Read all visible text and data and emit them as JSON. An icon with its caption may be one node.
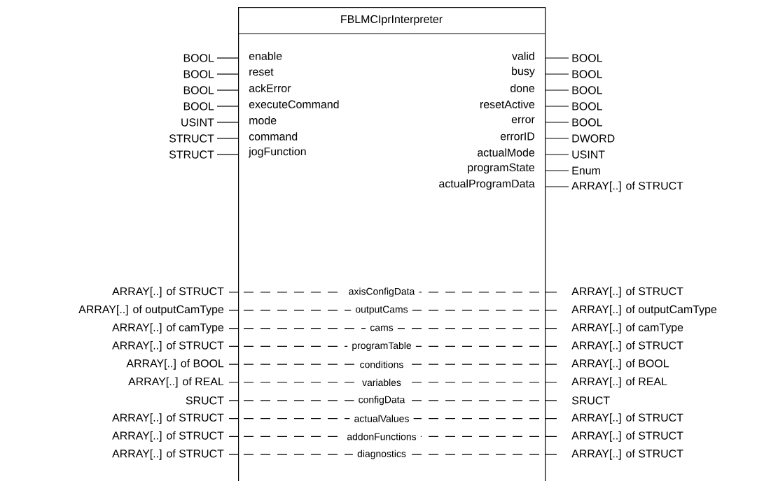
{
  "diagram": {
    "nodes": [
      {
        "text": [
          "FBLMCIprInterpreter"
        ]
      },
      {
        "text": [
          "enable"
        ],
        "in": 0
      },
      {
        "text": [
          "reset"
        ],
        "in": 0
      },
      {
        "text": [
          "ackError"
        ],
        "in": 0
      },
      {
        "text": [
          "executeCommand"
        ],
        "in": 0
      },
      {
        "text": [
          "mode"
        ],
        "in": 0
      },
      {
        "text": [
          "command"
        ],
        "in": 0
      },
      {
        "text": [
          "jogFunction"
        ],
        "in": 0
      },
      {
        "text": [
          "valid"
        ],
        "in": 0
      },
      {
        "text": [
          "busy"
        ],
        "in": 0
      },
      {
        "text": [
          "done"
        ],
        "in": 0
      },
      {
        "text": [
          "resetActive"
        ],
        "in": 0
      },
      {
        "text": [
          "error"
        ],
        "in": 0
      },
      {
        "text": [
          "errorID"
        ],
        "in": 0
      },
      {
        "text": [
          "actualMode"
        ],
        "in": 0
      },
      {
        "text": [
          "programState"
        ],
        "in": 0
      },
      {
        "text": [
          "actualProgramData"
        ],
        "in": 0
      },
      {
        "text": [
          "axisConfigData"
        ],
        "in": 0
      },
      {
        "text": [
          "outputCams"
        ],
        "in": 0
      },
      {
        "text": [
          "cams"
        ],
        "in": 0
      },
      {
        "text": [
          "programTable"
        ],
        "in": 0
      },
      {
        "text": [
          "conditions"
        ],
        "in": 0
      },
      {
        "text": [
          "variables"
        ],
        "in": 0
      },
      {
        "text": [
          "configData"
        ],
        "in": 0
      },
      {
        "text": [
          "actualValues"
        ],
        "in": 0
      },
      {
        "text": [
          "addonFunctions"
        ],
        "in": 0
      },
      {
        "text": [
          "diagnostics"
        ],
        "in": 0
      },
      {
        "text": [
          "BOOL"
        ]
      },
      {
        "text": [
          "BOOL"
        ]
      },
      {
        "text": [
          "BOOL"
        ]
      },
      {
        "text": [
          "BOOL"
        ]
      },
      {
        "text": [
          "USINT"
        ]
      },
      {
        "text": [
          "STRUCT"
        ]
      },
      {
        "text": [
          "STRUCT"
        ]
      },
      {
        "text": [
          "BOOL"
        ]
      },
      {
        "text": [
          "BOOL"
        ]
      },
      {
        "text": [
          "BOOL"
        ]
      },
      {
        "text": [
          "BOOL"
        ]
      },
      {
        "text": [
          "BOOL"
        ]
      },
      {
        "text": [
          "DWORD"
        ]
      },
      {
        "text": [
          "USINT"
        ]
      },
      {
        "text": [
          "Enum"
        ]
      },
      {
        "text": [
          "ARRAY[..] of STRUCT"
        ]
      },
      {
        "text": [
          "ARRAY[..] of STRUCT"
        ]
      },
      {
        "text": [
          "ARRAY[..] of outputCamType"
        ]
      },
      {
        "text": [
          "ARRAY[..] of camType"
        ]
      },
      {
        "text": [
          "ARRAY[..] of STRUCT"
        ]
      },
      {
        "text": [
          "ARRAY[..] of BOOL"
        ]
      },
      {
        "text": [
          "ARRAY[..] of REAL"
        ]
      },
      {
        "text": [
          "SRUCT"
        ]
      },
      {
        "text": [
          "ARRAY[..] of STRUCT"
        ]
      },
      {
        "text": [
          "ARRAY[..] of STRUCT"
        ]
      },
      {
        "text": [
          "ARRAY[..] of STRUCT"
        ]
      },
      {
        "text": [
          "ARRAY[..] of STRUCT"
        ]
      },
      {
        "text": [
          "ARRAY[..] of outputCamType"
        ]
      },
      {
        "text": [
          "ARRAY[..] of camType"
        ]
      },
      {
        "text": [
          "ARRAY[..] of STRUCT"
        ]
      },
      {
        "text": [
          "ARRAY[..] of BOOL"
        ]
      },
      {
        "text": [
          "ARRAY[..] of REAL"
        ]
      },
      {
        "text": [
          "SRUCT"
        ]
      },
      {
        "text": [
          "ARRAY[..] of STRUCT"
        ]
      },
      {
        "text": [
          "ARRAY[..] of STRUCT"
        ]
      },
      {
        "text": [
          "ARRAY[..] of STRUCT"
        ]
      }
    ],
    "edges": [
      {
        "from": 27,
        "to": 0,
        "arrow": "none"
      },
      {
        "from": 28,
        "to": 0,
        "arrow": "none"
      },
      {
        "from": 29,
        "to": 0,
        "arrow": "none"
      },
      {
        "from": 30,
        "to": 0,
        "arrow": "none"
      },
      {
        "from": 31,
        "to": 0,
        "arrow": "none"
      },
      {
        "from": 32,
        "to": 0,
        "arrow": "none"
      },
      {
        "from": 33,
        "to": 0,
        "arrow": "none"
      },
      {
        "from": 0,
        "to": 34,
        "arrow": "none"
      },
      {
        "from": 0,
        "to": 35,
        "arrow": "none"
      },
      {
        "from": 0,
        "to": 36,
        "arrow": "none"
      },
      {
        "from": 0,
        "to": 37,
        "arrow": "none"
      },
      {
        "from": 0,
        "to": 38,
        "arrow": "none"
      },
      {
        "from": 0,
        "to": 39,
        "arrow": "none"
      },
      {
        "from": 0,
        "to": 40,
        "arrow": "none"
      },
      {
        "from": 0,
        "to": 41,
        "arrow": "none"
      },
      {
        "from": 0,
        "to": 42,
        "arrow": "none"
      },
      {
        "from": 43,
        "to": 17,
        "arrow": "none",
        "style": "dashed"
      },
      {
        "from": 44,
        "to": 18,
        "arrow": "none",
        "style": "dashed"
      },
      {
        "from": 45,
        "to": 19,
        "arrow": "none",
        "style": "dashed"
      },
      {
        "from": 46,
        "to": 20,
        "arrow": "none",
        "style": "dashed"
      },
      {
        "from": 47,
        "to": 21,
        "arrow": "none",
        "style": "dashed"
      },
      {
        "from": 48,
        "to": 22,
        "arrow": "none",
        "style": "dashed"
      },
      {
        "from": 49,
        "to": 23,
        "arrow": "none",
        "style": "dashed"
      },
      {
        "from": 50,
        "to": 24,
        "arrow": "none",
        "style": "dashed"
      },
      {
        "from": 51,
        "to": 25,
        "arrow": "none",
        "style": "dashed"
      },
      {
        "from": 52,
        "to": 26,
        "arrow": "none",
        "style": "dashed"
      },
      {
        "from": 17,
        "to": 53,
        "arrow": "none",
        "style": "dashed"
      },
      {
        "from": 18,
        "to": 54,
        "arrow": "none",
        "style": "dashed"
      },
      {
        "from": 19,
        "to": 55,
        "arrow": "none",
        "style": "dashed"
      },
      {
        "from": 20,
        "to": 56,
        "arrow": "none",
        "style": "dashed"
      },
      {
        "from": 21,
        "to": 57,
        "arrow": "none",
        "style": "dashed"
      },
      {
        "from": 22,
        "to": 58,
        "arrow": "none",
        "style": "dashed"
      },
      {
        "from": 23,
        "to": 59,
        "arrow": "none",
        "style": "dashed"
      },
      {
        "from": 24,
        "to": 60,
        "arrow": "none",
        "style": "dashed"
      },
      {
        "from": 25,
        "to": 61,
        "arrow": "none",
        "style": "dashed"
      },
      {
        "from": 26,
        "to": 62,
        "arrow": "none",
        "style": "dashed"
      }
    ]
  }
}
